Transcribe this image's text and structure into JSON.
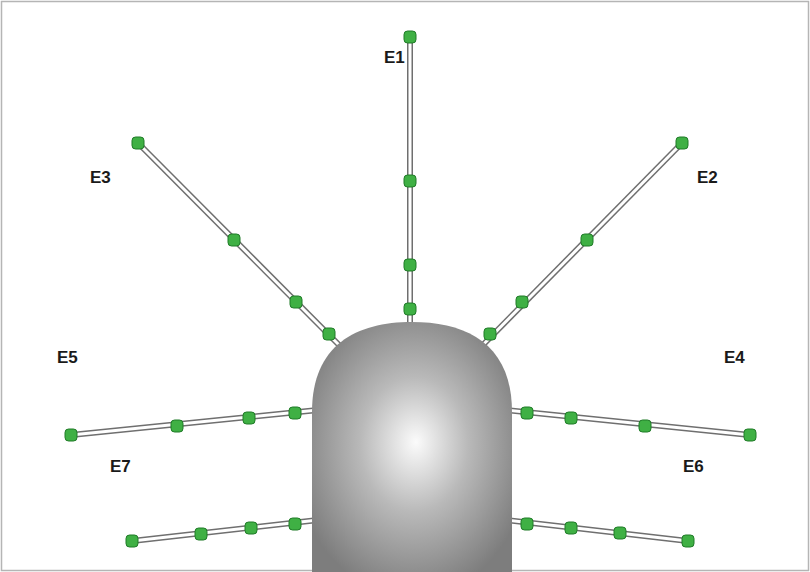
{
  "diagram": {
    "labels": [
      "E1",
      "E2",
      "E3",
      "E4",
      "E5",
      "E6",
      "E7"
    ]
  }
}
